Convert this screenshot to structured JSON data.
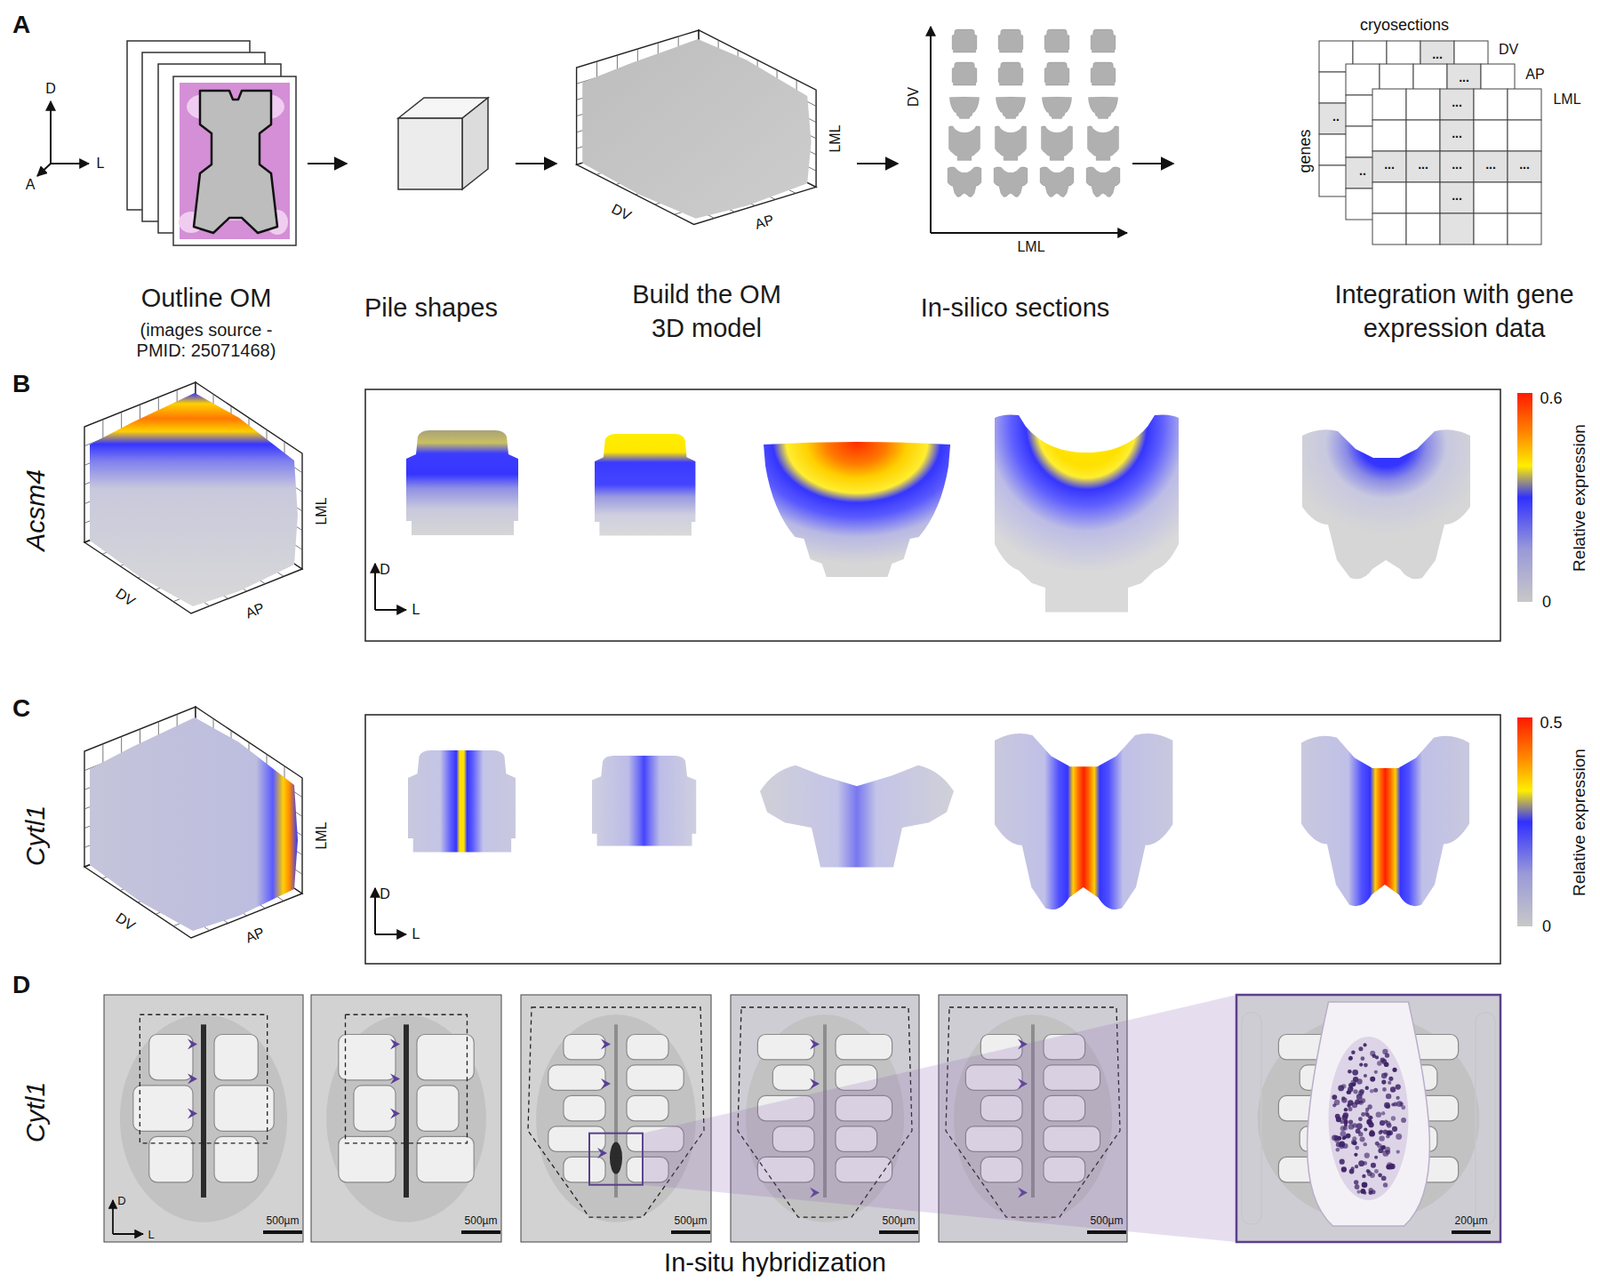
{
  "diagram": {
    "nodes": [
      {
        "text": [
          "Outline OM",
          "(images source - PMID: 25071468)"
        ]
      },
      {
        "text": [
          "Pile shapes"
        ]
      },
      {
        "text": [
          "Build the OM 3D model"
        ]
      },
      {
        "text": [
          "In-silico sections"
        ]
      },
      {
        "text": [
          "Integration with gene expression data"
        ]
      }
    ],
    "edges": [
      {
        "from": 0,
        "to": 1,
        "arrow": "to"
      },
      {
        "from": 1,
        "to": 2,
        "arrow": "to"
      },
      {
        "from": 2,
        "to": 3,
        "arrow": "to"
      },
      {
        "from": 3,
        "to": 4,
        "arrow": "to"
      }
    ],
    "labels": [
      "A",
      "D",
      "L",
      "A",
      "DV",
      "AP",
      "LML",
      "DV",
      "LML",
      "cryosections",
      "DV",
      "AP",
      "LML",
      "genes",
      "...",
      "..",
      "...",
      "..",
      "...",
      "...",
      "...",
      "...",
      "...",
      "...",
      "...",
      "...",
      "B",
      "Acsm4",
      "DV",
      "AP",
      "LML",
      "D",
      "L",
      "0.6",
      "Relative expression",
      "0",
      "C",
      "Cytl1",
      "DV",
      "AP",
      "LML",
      "D",
      "L",
      "0.5",
      "Relative expression",
      "0",
      "D",
      "Cytl1",
      "D",
      "L",
      "500µm",
      "500µm",
      "500µm",
      "500µm",
      "500µm",
      "200µm",
      "In-situ hybridization"
    ]
  }
}
